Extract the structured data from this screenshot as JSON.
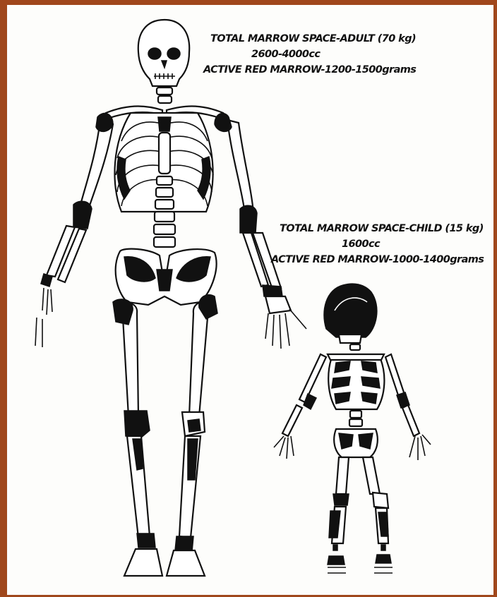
{
  "adult": {
    "line1": "TOTAL MARROW SPACE-ADULT (70 kg)",
    "line2": "2600-4000cc",
    "line3": "ACTIVE RED MARROW-1200-1500grams"
  },
  "child": {
    "line1": "TOTAL MARROW SPACE-CHILD (15 kg)",
    "line2": "1600cc",
    "line3": "ACTIVE RED MARROW-1000-1400grams"
  },
  "colors": {
    "frame": "#a0471c",
    "ink": "#111111",
    "paper": "#fdfdfb"
  }
}
